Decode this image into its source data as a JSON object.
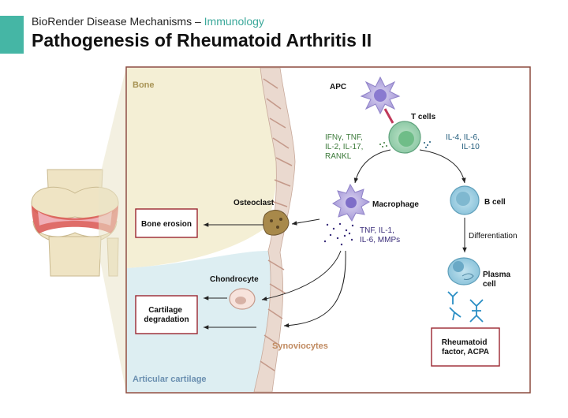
{
  "header": {
    "subtitle_prefix": "BioRender Disease Mechanisms – ",
    "subtitle_topic": "Immunology",
    "title": "Pathogenesis of Rheumatoid Arthritis II"
  },
  "colors": {
    "accent": "#45b6a5",
    "bone": "#f4efd5",
    "cartilage": "#ddeef2",
    "frame": "#8b4a3d",
    "box_border": "#9b2630",
    "green_text": "#3c7a3a",
    "teal_text": "#1f5a7a",
    "purple_text": "#3a2d7a"
  },
  "regions": {
    "bone": "Bone",
    "articular_cartilage": "Articular cartilage",
    "synoviocytes": "Synoviocytes"
  },
  "cells": {
    "apc": "APC",
    "t_cells": "T cells",
    "macrophage": "Macrophage",
    "b_cell": "B cell",
    "plasma_cell_1": "Plasma",
    "plasma_cell_2": "cell",
    "osteoclast": "Osteoclast",
    "chondrocyte": "Chondrocyte"
  },
  "cytokines": {
    "t_to_macrophage": [
      "IFNγ, TNF,",
      "IL-2, IL-17,",
      "RANKL"
    ],
    "t_to_b": [
      "IL-4, IL-6,",
      "IL-10"
    ],
    "macrophage": [
      "TNF, IL-1,",
      "IL-6, MMPs"
    ]
  },
  "processes": {
    "differentiation": "Differentiation"
  },
  "outcomes": {
    "bone_erosion": "Bone erosion",
    "cartilage_line1": "Cartilage",
    "cartilage_line2": "degradation",
    "rf_line1": "Rheumatoid",
    "rf_line2": "factor, ACPA"
  }
}
